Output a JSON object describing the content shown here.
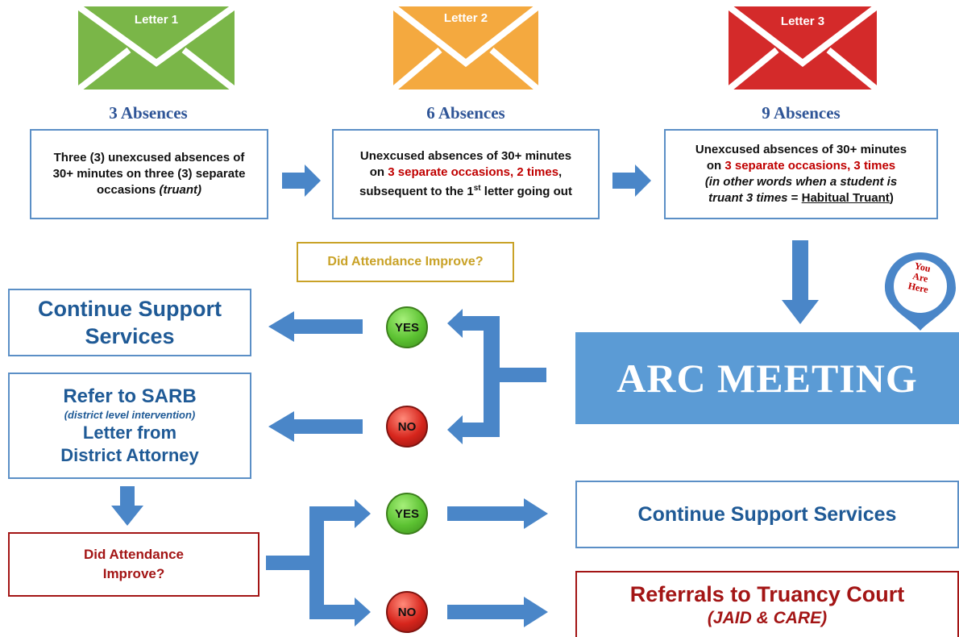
{
  "letters": [
    {
      "label": "Letter 1",
      "color": "#7ab648",
      "absences": "3 Absences"
    },
    {
      "label": "Letter 2",
      "color": "#f4a93f",
      "absences": "6 Absences"
    },
    {
      "label": "Letter 3",
      "color": "#d42a2a",
      "absences": "9 Absences"
    }
  ],
  "boxes": {
    "box1": {
      "line1": "Three (3) unexcused absences of",
      "line2": "30+ minutes on three (3) separate",
      "line3": "occasions ",
      "line3_em": "(truant)"
    },
    "box2": {
      "line1": "Unexcused absences of 30+ minutes",
      "line2_pre": "on ",
      "line2_red": "3 separate occasions, 2 times",
      "line2_post": ",",
      "line3_pre": "subsequent to the 1",
      "line3_sup": "st",
      "line3_post": " letter going out"
    },
    "box3": {
      "line1": "Unexcused absences of 30+ minutes",
      "line2_pre": "on ",
      "line2_red": "3 separate occasions, 3 times",
      "line3": "(in other words when a student is",
      "line4_pre": "truant 3 times",
      "line4_mid": " = ",
      "line4_u": "Habitual Truant",
      "line4_post": ")"
    }
  },
  "question_top": "Did Attendance Improve?",
  "you_are_here": {
    "line1": "You",
    "line2": "Are",
    "line3": "Here"
  },
  "arc_meeting": "ARC MEETING",
  "continue_support_left": {
    "line1": "Continue Support",
    "line2": "Services"
  },
  "sarb": {
    "line1": "Refer to SARB",
    "line2": "(district level intervention)",
    "line3": "Letter from",
    "line4": "District Attorney"
  },
  "question_bottom": {
    "line1": "Did Attendance",
    "line2": "Improve?"
  },
  "yes_label": "YES",
  "no_label": "NO",
  "continue_support_right": "Continue Support Services",
  "truancy": {
    "line1": "Referrals to Truancy Court",
    "line2": "(JAID & CARE)"
  },
  "colors": {
    "arrow": "#4a86c8",
    "box_border": "#5b8fc6",
    "dark_blue_text": "#1f5a96",
    "red_text": "#c00000",
    "arc_fill": "#5b9bd5",
    "question_border": "#c9a227",
    "question_text": "#c9a227",
    "dark_red_border": "#a31515"
  }
}
